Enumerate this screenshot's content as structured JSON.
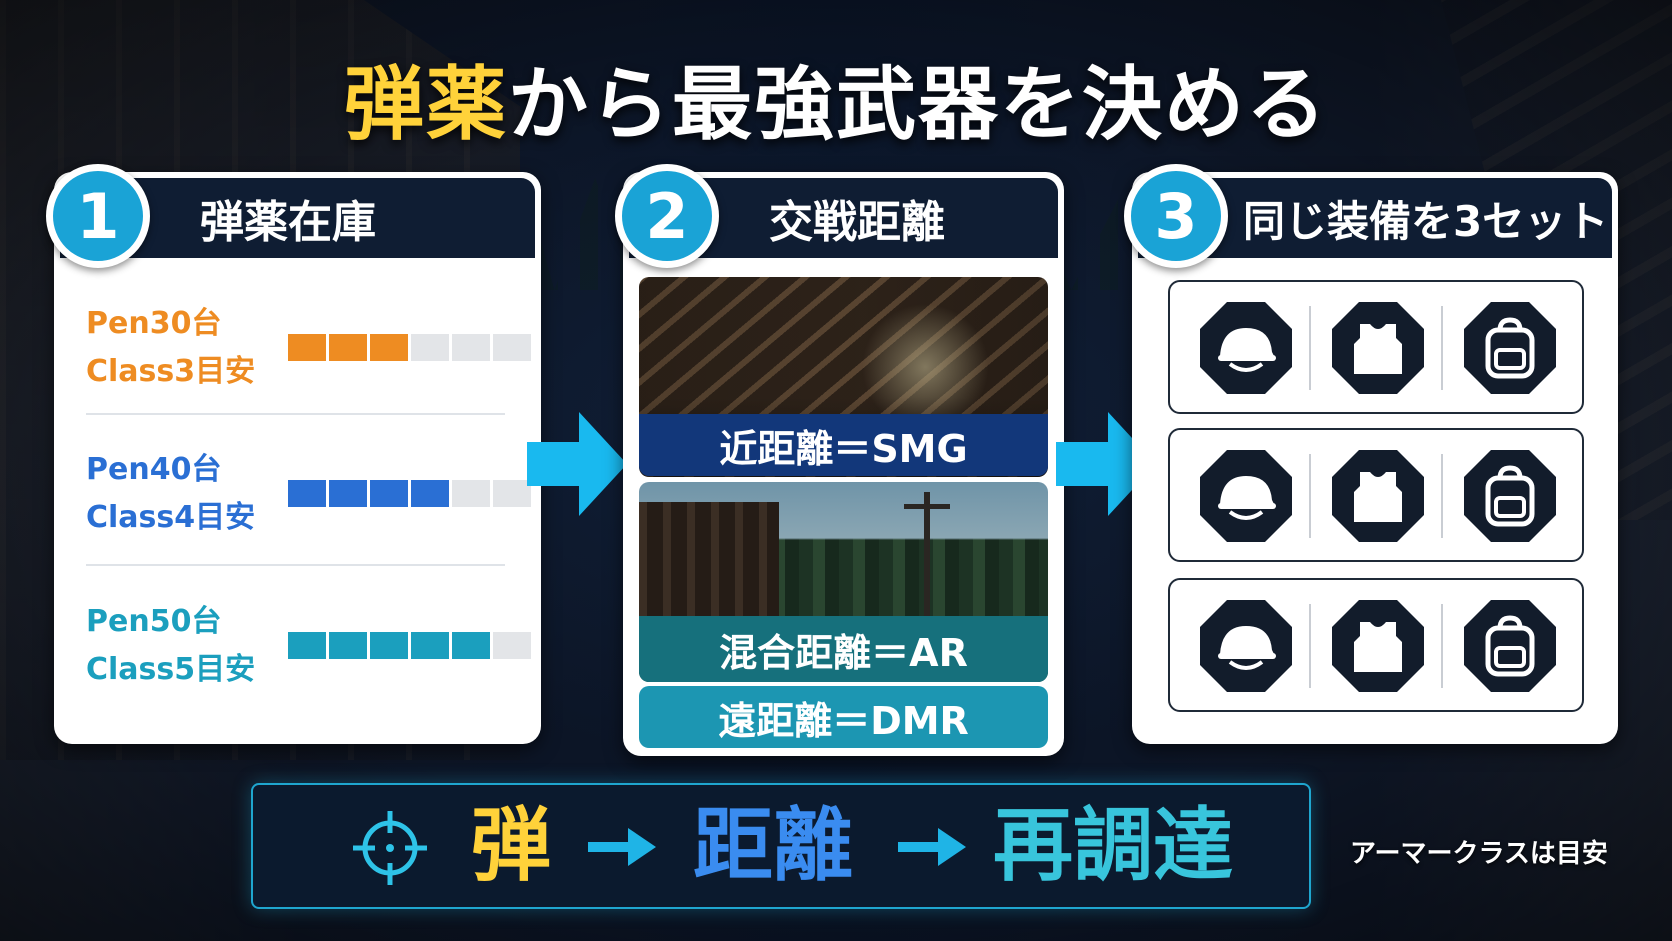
{
  "title": {
    "accent": "弾薬",
    "rest": "から最強武器を決める"
  },
  "panel1": {
    "number": "1",
    "heading": "弾薬在庫",
    "rows": [
      {
        "pen": "Pen30台",
        "class": "Class3目安",
        "filled": 3,
        "total": 6,
        "color": "#ee8c22"
      },
      {
        "pen": "Pen40台",
        "class": "Class4目安",
        "filled": 4,
        "total": 6,
        "color": "#2a6fd4"
      },
      {
        "pen": "Pen50台",
        "class": "Class5目安",
        "filled": 5,
        "total": 6,
        "color": "#1b9fbe"
      }
    ]
  },
  "panel2": {
    "number": "2",
    "heading": "交戦距離",
    "ranges": {
      "close": "近距離＝SMG",
      "mid": "混合距離＝AR",
      "far": "遠距離＝DMR"
    }
  },
  "panel3": {
    "number": "3",
    "heading": "同じ装備を3セット",
    "icons": [
      "helmet-icon",
      "body-armor-icon",
      "backpack-icon"
    ]
  },
  "flow": {
    "icon": "crosshair-icon",
    "step1": "弾",
    "step2": "距離",
    "step3": "再調達"
  },
  "note": "アーマークラスは目安",
  "colors": {
    "accent_yellow": "#ffd23a",
    "header_navy": "#0f1d33",
    "badge_blue": "#1aa3d6",
    "arrow_cyan": "#19b9ef"
  }
}
